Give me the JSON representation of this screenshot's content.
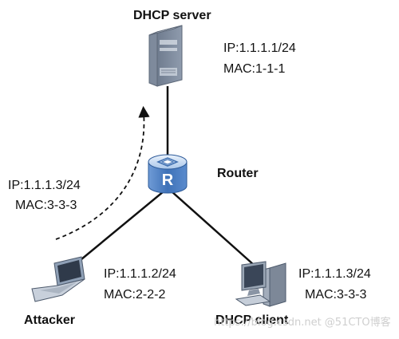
{
  "nodes": {
    "server": {
      "title": "DHCP server",
      "ip": "IP:1.1.1.1/24",
      "mac": "MAC:1-1-1"
    },
    "router": {
      "title": "Router",
      "glyph": "R"
    },
    "attacker": {
      "title": "Attacker",
      "ip": "IP:1.1.1.2/24",
      "mac": "MAC:2-2-2"
    },
    "client": {
      "title": "DHCP client",
      "ip": "IP:1.1.1.3/24",
      "mac": "MAC:3-3-3"
    }
  },
  "spoof": {
    "ip": "IP:1.1.1.3/24",
    "mac": "MAC:3-3-3"
  },
  "watermark": "https://blog.csdn.net @51CTO博客",
  "colors": {
    "link": "#111111",
    "router_blue": "#4a7fc4",
    "router_light": "#dbe8f7",
    "server_gray": "#9aa6b5"
  },
  "icons": [
    "server-icon",
    "router-icon",
    "laptop-icon",
    "desktop-pc-icon",
    "dashed-arrow-icon"
  ]
}
